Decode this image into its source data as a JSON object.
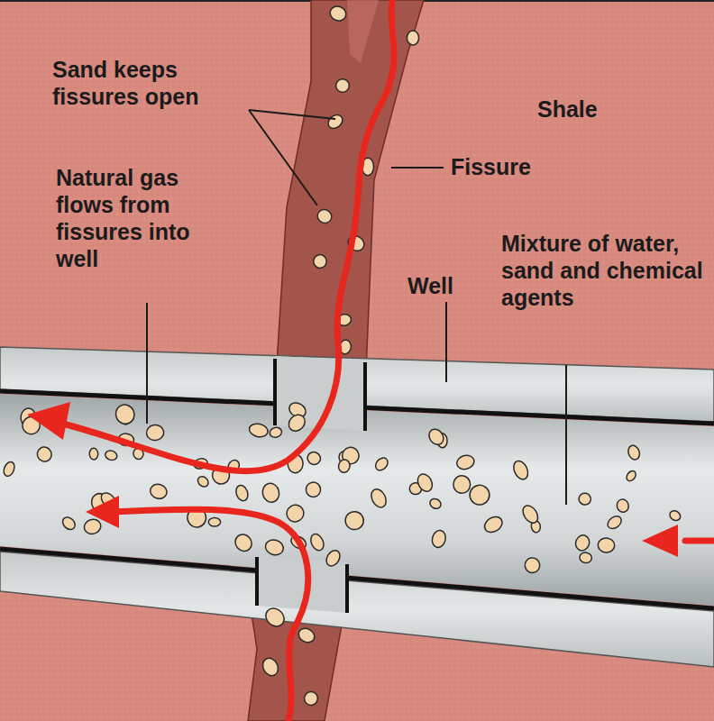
{
  "diagram": {
    "labels": [
      "Sand keeps fissures open",
      "Shale",
      "Fissure",
      "Natural gas flows from fissures into well",
      "Well",
      "Mixture of water, sand and chemical agents"
    ]
  }
}
